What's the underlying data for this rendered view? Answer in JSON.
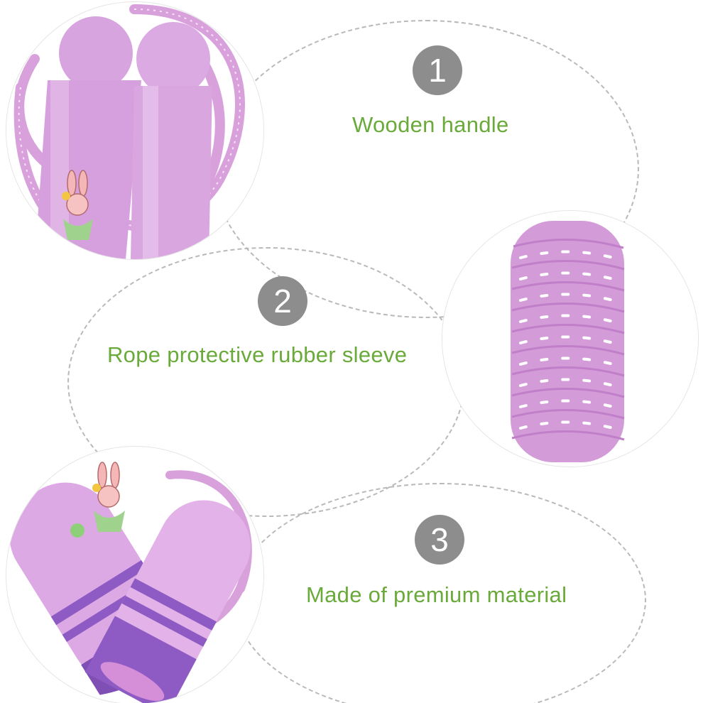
{
  "features": [
    {
      "number": "1",
      "label": "Wooden handle"
    },
    {
      "number": "2",
      "label": "Rope protective rubber sleeve"
    },
    {
      "number": "3",
      "label": "Made of premium material"
    }
  ],
  "photos": [
    {
      "subject": "pink wooden jump rope handles with bunny print"
    },
    {
      "subject": "coiled pink braided rope"
    },
    {
      "subject": "handle ends with purple stripes and bunny print"
    }
  ],
  "colors": {
    "text_green": "#6aaa3a",
    "badge_gray": "#8d8d8d",
    "dashed_line": "#b9b9b9",
    "handle_pink": "#d9a6e2",
    "handle_purple": "#8e5bc4",
    "rope_pink": "#d59ad8"
  }
}
